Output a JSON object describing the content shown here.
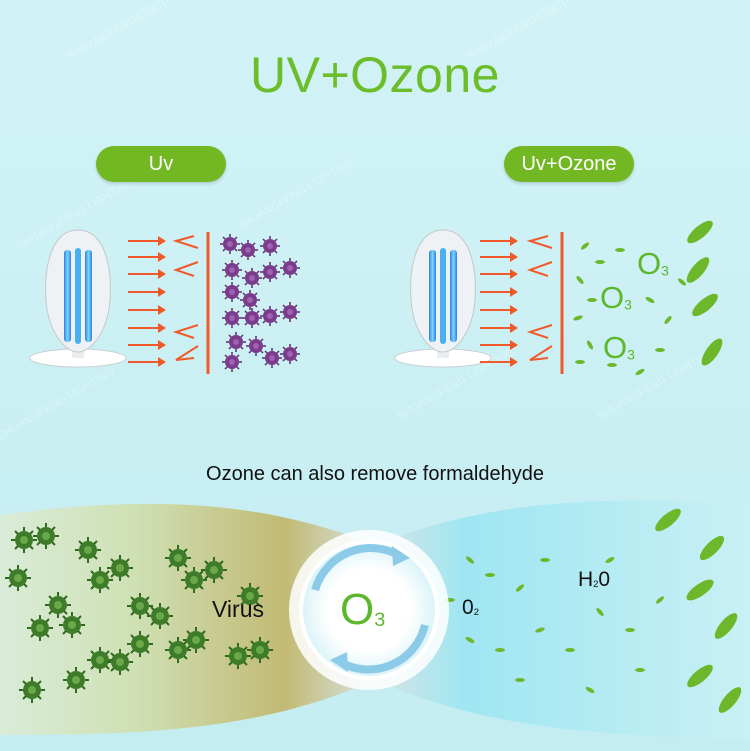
{
  "title": "UV+Ozone",
  "labels": {
    "uv": "Uv",
    "uv_ozone": "Uv+Ozone"
  },
  "caption": "Ozone can also remove formaldehyde",
  "bottom": {
    "virus": "Virus",
    "o3_main": "O",
    "o3_sub": "3",
    "o2_main": "0",
    "o2_sub": "2",
    "h2o_pre": "H",
    "h2o_sub": "2",
    "h2o_post": "0"
  },
  "ozone_symbol": {
    "main": "O",
    "sub": "3"
  },
  "watermark": "SHUANGFENG LIGHTING",
  "colors": {
    "green_title": "#6cbd2a",
    "pill": "#72b822",
    "arrow": "#f05a2a",
    "virus": "#7a3a8a",
    "leaf": "#6cb82a"
  }
}
